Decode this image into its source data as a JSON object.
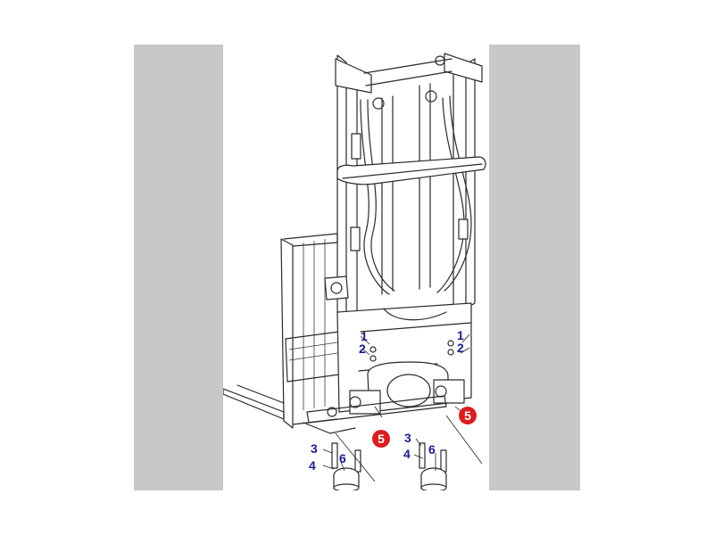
{
  "callouts": {
    "right_upper_1": "1",
    "right_upper_2": "2",
    "left_upper_1": "1",
    "left_upper_2": "2",
    "left_lower_3": "3",
    "left_lower_4": "4",
    "left_lower_6": "6",
    "right_lower_3": "3",
    "right_lower_4": "4",
    "right_lower_6": "6"
  },
  "badges": {
    "left_5": "5",
    "right_5": "5"
  },
  "colors": {
    "callout_text": "#1a1a8c",
    "badge_fill": "#d81e1e",
    "side_panels": "#c8c8c8",
    "line_art": "#2a2a2a"
  }
}
